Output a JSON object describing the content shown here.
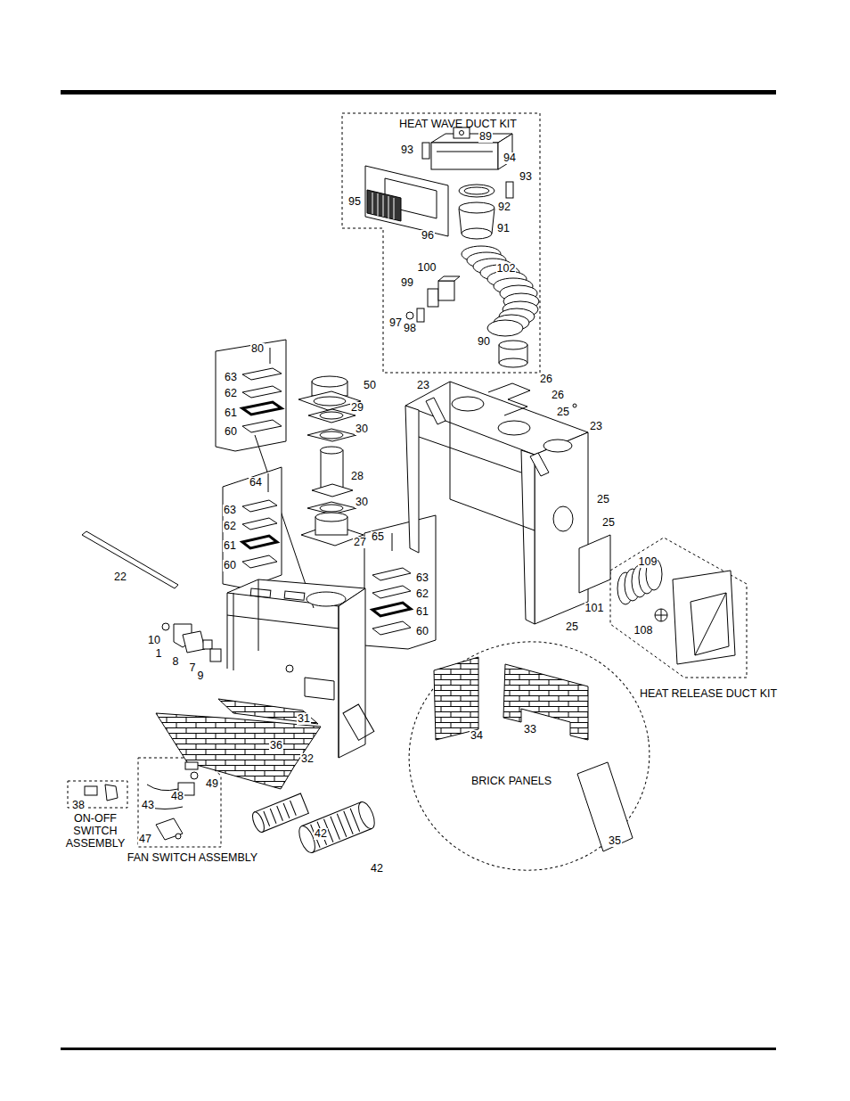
{
  "diagram": {
    "nodes": [
      {
        "text": [
          "HEAT WAVE DUCT KIT"
        ]
      },
      {
        "text": [
          "HEAT RELEASE DUCT KIT"
        ]
      },
      {
        "text": [
          "BRICK PANELS"
        ]
      },
      {
        "text": [
          "ON-OFF SWITCH ASSEMBLY"
        ]
      },
      {
        "text": [
          "FAN SWITCH ASSEMBLY"
        ]
      }
    ],
    "labels": [
      "93",
      "89",
      "94",
      "93",
      "95",
      "92",
      "91",
      "96",
      "100",
      "102",
      "99",
      "97",
      "98",
      "90",
      "80",
      "63",
      "62",
      "61",
      "60",
      "50",
      "29",
      "30",
      "28",
      "30",
      "64",
      "63",
      "62",
      "61",
      "60",
      "27",
      "65",
      "63",
      "62",
      "61",
      "60",
      "23",
      "26",
      "26",
      "25",
      "23",
      "25",
      "25",
      "101",
      "25",
      "109",
      "108",
      "22",
      "10",
      "1",
      "8",
      "7",
      "9",
      "31",
      "36",
      "32",
      "34",
      "33",
      "35",
      "38",
      "49",
      "48",
      "43",
      "47",
      "42",
      "42"
    ]
  }
}
